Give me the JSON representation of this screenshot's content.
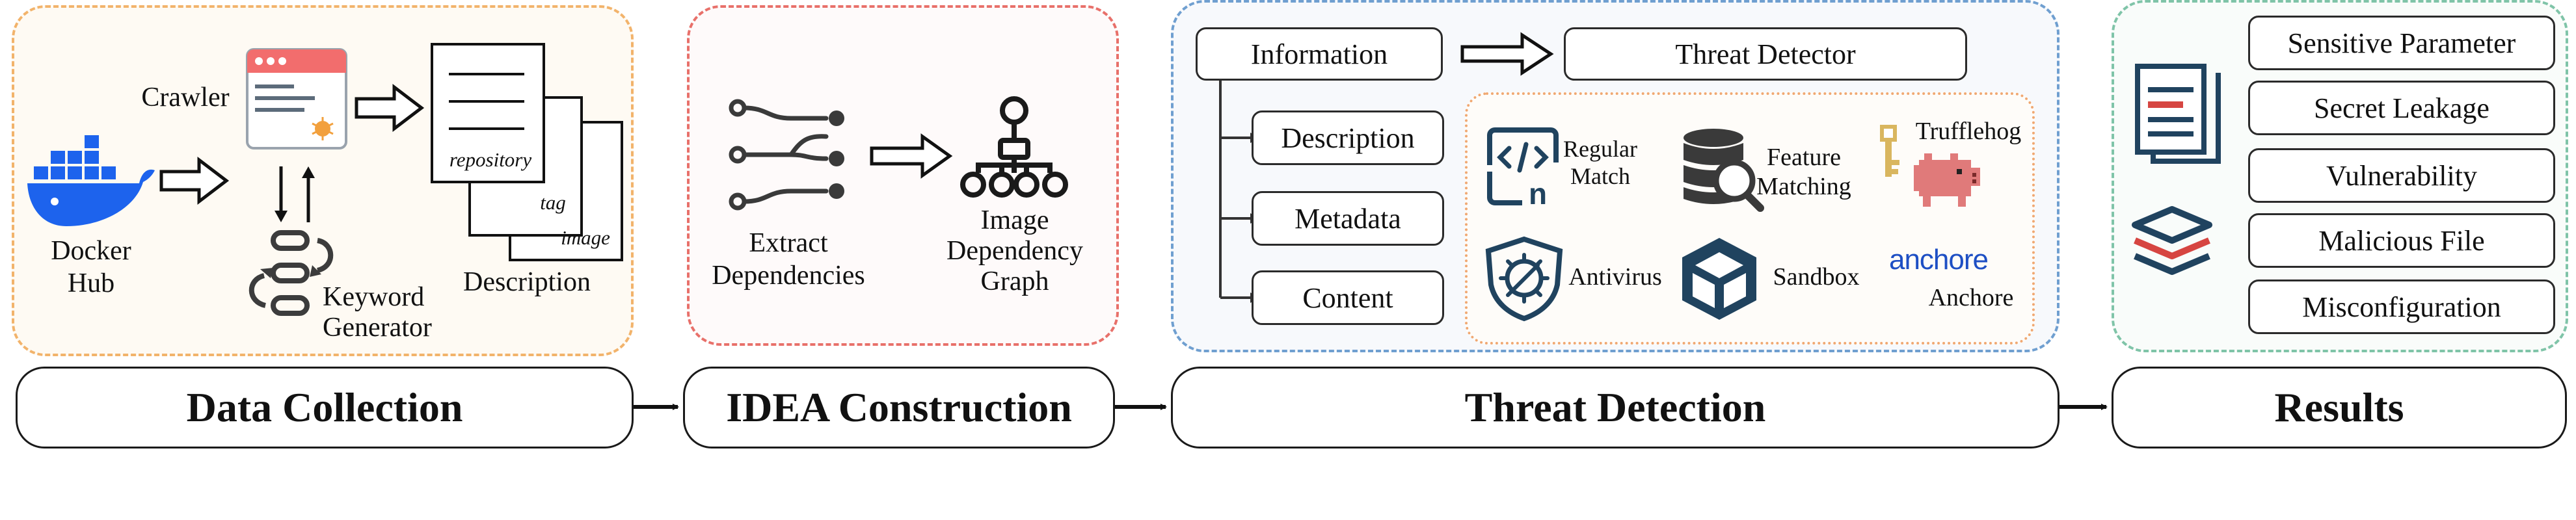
{
  "data_collection": {
    "stage_label": "Data Collection",
    "docker_label": "Docker\nHub",
    "crawler_label": "Crawler",
    "keyword_generator_label": "Keyword\nGenerator",
    "description_label": "Description",
    "doc_labels": [
      "repository",
      "tag",
      "image"
    ]
  },
  "idea_construction": {
    "stage_label": "IDEA Construction",
    "extract_label": "Extract\nDependencies",
    "graph_label": "Image\nDependency\nGraph"
  },
  "threat_detection": {
    "stage_label": "Threat Detection",
    "information_label": "Information",
    "threat_detector_label": "Threat Detector",
    "info_items": [
      "Description",
      "Metadata",
      "Content"
    ],
    "tools": {
      "regular_match": "Regular\nMatch",
      "feature_matching": "Feature\nMatching",
      "trufflehog": "Trufflehog",
      "antivirus": "Antivirus",
      "sandbox": "Sandbox",
      "anchore_logo": "anchore",
      "anchore": "Anchore"
    }
  },
  "results": {
    "stage_label": "Results",
    "items": [
      "Sensitive Parameter",
      "Secret Leakage",
      "Vulnerability",
      "Malicious File",
      "Misconfiguration"
    ]
  },
  "colors": {
    "data_collection_border": "#f2b36b",
    "idea_border": "#e8706a",
    "threat_border": "#6f9fd0",
    "threat_inner_border": "#f0a872",
    "results_border": "#7fc4a8",
    "docker_blue": "#1d63ed",
    "icon_navy": "#20435f",
    "results_red": "#d64541"
  }
}
